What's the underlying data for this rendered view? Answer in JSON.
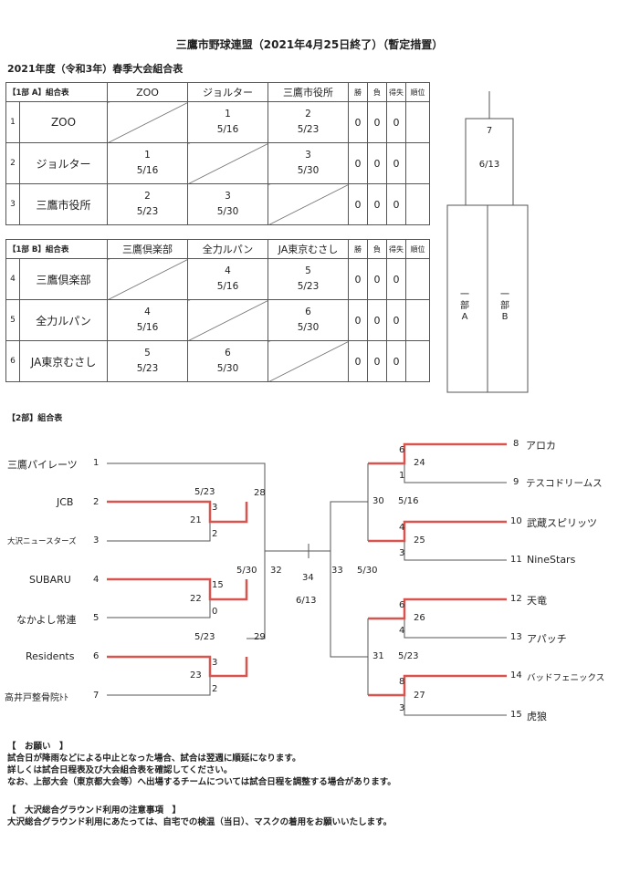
{
  "title": "三鷹市野球連盟（2021年4月25日終了）（暫定措置）",
  "subtitle": "2021年度（令和3年）春季大会組合表",
  "league_a": {
    "label": "【1部 A】組合表",
    "teams": [
      "ZOO",
      "ジョルター",
      "三鷹市役所"
    ],
    "stat_headers": [
      "勝",
      "負",
      "得失",
      "順位"
    ],
    "rows": [
      {
        "num": "1",
        "name": "ZOO",
        "cells": [
          null,
          {
            "score": "1",
            "date": "5/16"
          },
          {
            "score": "2",
            "date": "5/23"
          }
        ],
        "stats": [
          "0",
          "0",
          "0",
          ""
        ]
      },
      {
        "num": "2",
        "name": "ジョルター",
        "cells": [
          {
            "score": "1",
            "date": "5/16"
          },
          null,
          {
            "score": "3",
            "date": "5/30"
          }
        ],
        "stats": [
          "0",
          "0",
          "0",
          ""
        ]
      },
      {
        "num": "3",
        "name": "三鷹市役所",
        "cells": [
          {
            "score": "2",
            "date": "5/23"
          },
          {
            "score": "3",
            "date": "5/30"
          },
          null
        ],
        "stats": [
          "0",
          "0",
          "0",
          ""
        ]
      }
    ]
  },
  "league_b": {
    "label": "【1部 B】組合表",
    "teams": [
      "三鷹倶楽部",
      "全力ルパン",
      "JA東京むさし"
    ],
    "stat_headers": [
      "勝",
      "負",
      "得失",
      "順位"
    ],
    "rows": [
      {
        "num": "4",
        "name": "三鷹倶楽部",
        "cells": [
          null,
          {
            "score": "4",
            "date": "5/16"
          },
          {
            "score": "5",
            "date": "5/23"
          }
        ],
        "stats": [
          "0",
          "0",
          "0",
          ""
        ]
      },
      {
        "num": "5",
        "name": "全力ルパン",
        "cells": [
          {
            "score": "4",
            "date": "5/16"
          },
          null,
          {
            "score": "6",
            "date": "5/30"
          }
        ],
        "stats": [
          "0",
          "0",
          "0",
          ""
        ]
      },
      {
        "num": "6",
        "name": "JA東京むさし",
        "cells": [
          {
            "score": "5",
            "date": "5/23"
          },
          {
            "score": "6",
            "date": "5/30"
          },
          null
        ],
        "stats": [
          "0",
          "0",
          "0",
          ""
        ]
      }
    ]
  },
  "final_bracket": {
    "game": "7",
    "date": "6/13",
    "left_label": "一部A",
    "right_label": "一部B"
  },
  "division2": {
    "label": "【2部】組合表",
    "left_teams": [
      {
        "seed": "1",
        "name": "三鷹パイレーツ"
      },
      {
        "seed": "2",
        "name": "JCB"
      },
      {
        "seed": "3",
        "name": "大沢ニュースターズ"
      },
      {
        "seed": "4",
        "name": "SUBARU"
      },
      {
        "seed": "5",
        "name": "なかよし常連"
      },
      {
        "seed": "6",
        "name": "Residents"
      },
      {
        "seed": "7",
        "name": "高井戸整骨院ﾄﾄ"
      }
    ],
    "right_teams": [
      {
        "seed": "8",
        "name": "アロカ"
      },
      {
        "seed": "9",
        "name": "テスコドリームス"
      },
      {
        "seed": "10",
        "name": "武蔵スピリッツ"
      },
      {
        "seed": "11",
        "name": "NineStars"
      },
      {
        "seed": "12",
        "name": "天竜"
      },
      {
        "seed": "13",
        "name": "アパッチ"
      },
      {
        "seed": "14",
        "name": "バッドフェニックス"
      },
      {
        "seed": "15",
        "name": "虎狼"
      }
    ],
    "games": {
      "g21": "21",
      "g22": "22",
      "g23": "23",
      "g24": "24",
      "g25": "25",
      "g26": "26",
      "g27": "27",
      "g28": "28",
      "g29": "29",
      "g30": "30",
      "g31": "31",
      "g32": "32",
      "g33": "33",
      "g34": "34"
    },
    "dates": {
      "d28": "5/23",
      "d29": "5/23",
      "d30": "5/16",
      "d31": "5/23",
      "d32": "5/30",
      "d33": "5/30",
      "d34": "6/13"
    },
    "scores": {
      "jcb": "3",
      "ozawa": "2",
      "subaru": "15",
      "nakayoshi": "0",
      "residents": "3",
      "takaido": "2",
      "aroka": "6",
      "tesco": "1",
      "musashi": "4",
      "ninestars": "3",
      "tenryu": "6",
      "apache": "4",
      "bad": "8",
      "korou": "3"
    },
    "colors": {
      "winner": "#d9534f",
      "line": "#555555"
    }
  },
  "notes": {
    "heading1": "【　お願い　】",
    "line1": "試合日が降雨などによる中止となった場合、試合は翌週に順延になります。",
    "line2": "詳しくは試合日程表及び大会組合表を確認してください。",
    "line3": "なお、上部大会（東京都大会等）へ出場するチームについては試合日程を調整する場合があります。",
    "heading2": "【　大沢総合グラウンド利用の注意事項　】",
    "line4": "大沢総合グラウンド利用にあたっては、自宅での検温（当日）、マスクの着用をお願いいたします。"
  }
}
